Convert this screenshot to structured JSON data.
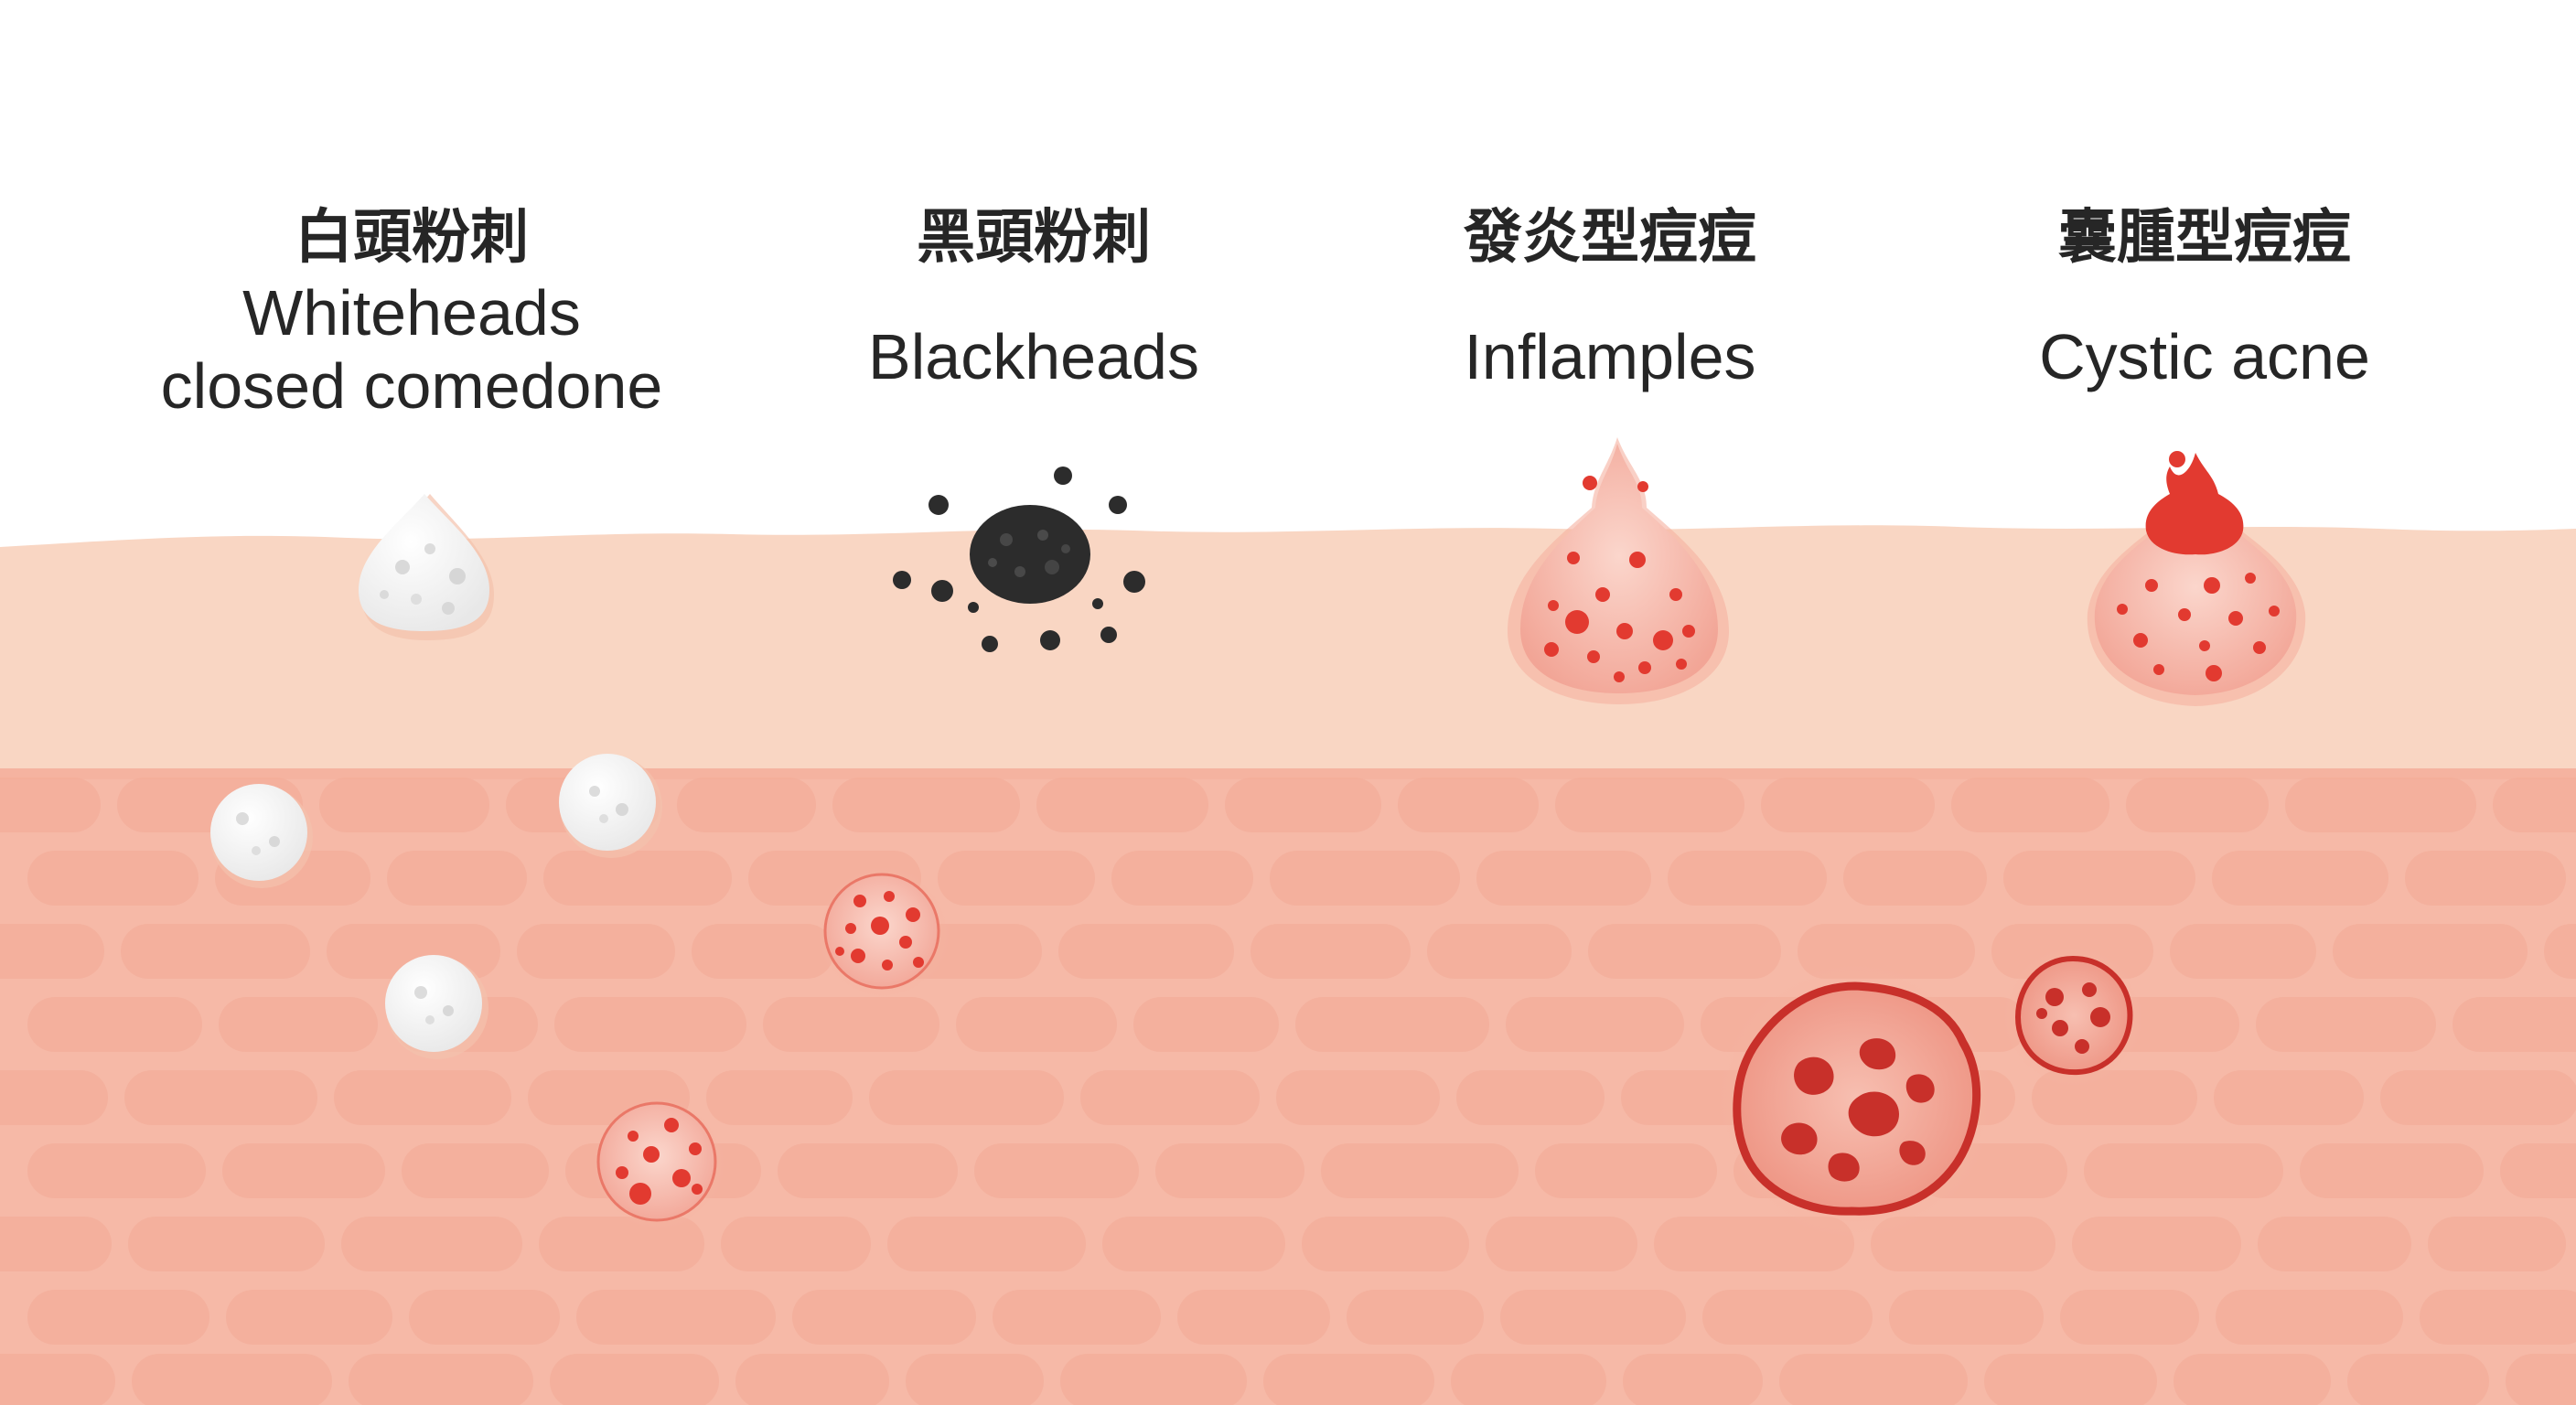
{
  "colors": {
    "background": "#ffffff",
    "epidermis": "#f9d5c2",
    "dermis": "#f6b8a6",
    "cell": "#f3a995",
    "white_comedone": "#ffffff",
    "black_comedone": "#2e2e2e",
    "inflamed": "#e23a30",
    "text": "#262626"
  },
  "lesions": [
    {
      "id": "whiteheads",
      "zh": "白頭粉刺",
      "en_line1": "Whiteheads",
      "en_line2": "closed comedone"
    },
    {
      "id": "blackheads",
      "zh": "黑頭粉刺",
      "en_line1": "Blackheads"
    },
    {
      "id": "inflamed",
      "zh": "發炎型痘痘",
      "en_line1": "Inflamples"
    },
    {
      "id": "cystic",
      "zh": "囊腫型痘痘",
      "en_line1": "Cystic acne"
    }
  ]
}
